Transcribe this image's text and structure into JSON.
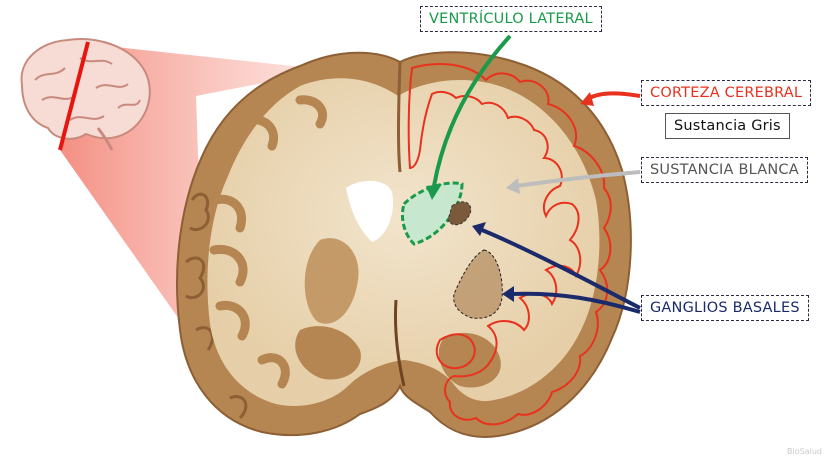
{
  "labels": {
    "ventriculo_lateral": "VENTRÍCULO LATERAL",
    "corteza_cerebral": "CORTEZA CEREBRAL",
    "sustancia_gris": "Sustancia Gris",
    "sustancia_blanca": "SUSTANCIA BLANCA",
    "ganglios_basales": "GANGLIOS BASALES"
  },
  "watermark": "BioSalud",
  "colors": {
    "ventricle": "#1a9a4a",
    "cortex": "#e8321e",
    "white_matter_arrow": "#bdbdbd",
    "basal_ganglia": "#1b2a6b",
    "label_text_dark": "#333333",
    "cut_wedge": "#f5a59a",
    "cut_line": "#e8140e"
  }
}
